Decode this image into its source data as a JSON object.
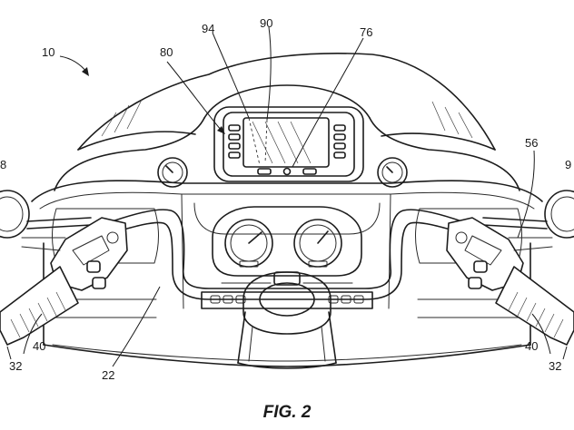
{
  "figure": {
    "caption": "FIG. 2",
    "reference_numerals": {
      "assembly": "10",
      "left_mirror": "8",
      "right_mirror": "9",
      "handlebar": "22",
      "left_grip": "32",
      "right_grip": "32",
      "left_grip_edge": "40",
      "right_grip_edge": "40",
      "right_control": "56",
      "display": "76",
      "fairing_panel": "80",
      "display_screen": "90",
      "display_buttons": "94"
    }
  }
}
